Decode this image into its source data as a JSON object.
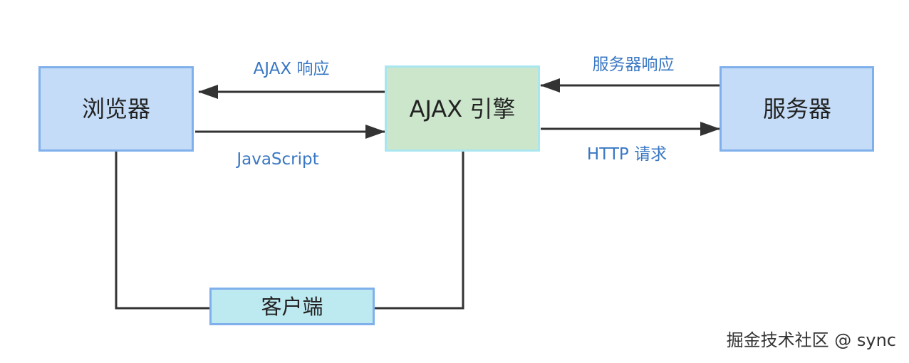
{
  "nodes": {
    "browser": {
      "label": "浏览器"
    },
    "ajax_engine": {
      "label": "AJAX 引擎"
    },
    "server": {
      "label": "服务器"
    },
    "client": {
      "label": "客户端"
    }
  },
  "edges": {
    "ajax_response": {
      "label": "AJAX 响应"
    },
    "javascript": {
      "label": "JavaScript"
    },
    "server_response": {
      "label": "服务器响应"
    },
    "http_request": {
      "label": "HTTP 请求"
    }
  },
  "watermark": {
    "text": "掘金技术社区 @ sync"
  },
  "colors": {
    "box_blue_fill": "#c4dcf7",
    "box_blue_border": "#7fb0ec",
    "box_green_fill": "#cce6cc",
    "box_green_border": "#a8e6f0",
    "box_cyan_fill": "#bde9f0",
    "line": "#333333",
    "label": "#3a78c4"
  }
}
